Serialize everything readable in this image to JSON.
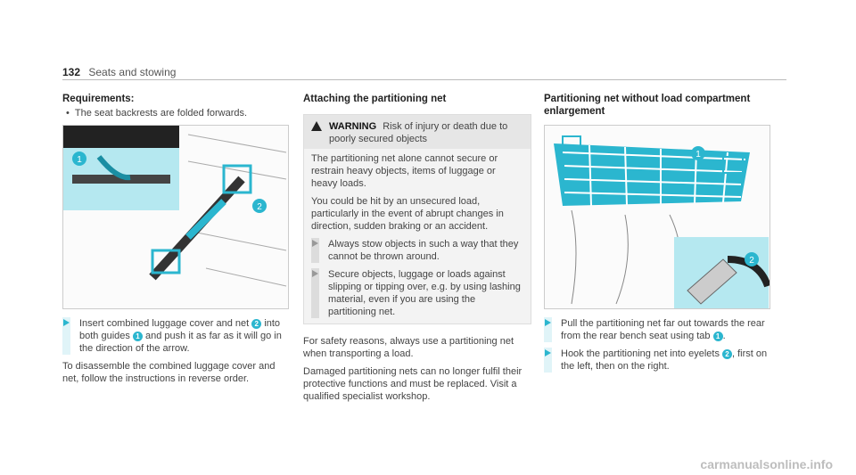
{
  "header": {
    "page_number": "132",
    "section": "Seats and stowing"
  },
  "col1": {
    "heading": "Requirements:",
    "bullet": "The seat backrests are folded forwards.",
    "step1": {
      "before": "Insert combined luggage cover and net",
      "badge_a": "2",
      "mid": "into both guides",
      "badge_b": "1",
      "after": "and push it as far as it will go in the direction of the arrow."
    },
    "para": "To disassemble the combined luggage cover and net, follow the instructions in reverse order."
  },
  "col2": {
    "heading": "Attaching the partitioning net",
    "warning": {
      "title": "WARNING",
      "subtitle": "Risk of injury or death due to poorly secured objects",
      "p1": "The partitioning net alone cannot secure or restrain heavy objects, items of luggage or heavy loads.",
      "p2": "You could be hit by an unsecured load, particularly in the event of abrupt changes in direction, sudden braking or an accident.",
      "step1": "Always stow objects in such a way that they cannot be thrown around.",
      "step2": "Secure objects, luggage or loads against slipping or tipping over, e.g. by using lashing material, even if you are using the partitioning net."
    },
    "p1": "For safety reasons, always use a partitioning net when transporting a load.",
    "p2": "Damaged partitioning nets can no longer fulfil their protective functions and must be replaced. Visit a qualified specialist workshop."
  },
  "col3": {
    "heading": "Partitioning net without load compartment enlargement",
    "step1": {
      "before": "Pull the partitioning net far out towards the rear from the rear bench seat using tab",
      "badge": "1",
      "after": "."
    },
    "step2": {
      "before": "Hook the partitioning net into eyelets",
      "badge": "2",
      "after": ", first on the left, then on the right."
    }
  },
  "figures": {
    "fig1_labels": [
      "1",
      "2"
    ],
    "fig2_labels": [
      "1",
      "2"
    ]
  },
  "watermark": "carmanualsonline.info",
  "colors": {
    "accent": "#2bb6cf",
    "accent_light": "#e0f4f8"
  }
}
